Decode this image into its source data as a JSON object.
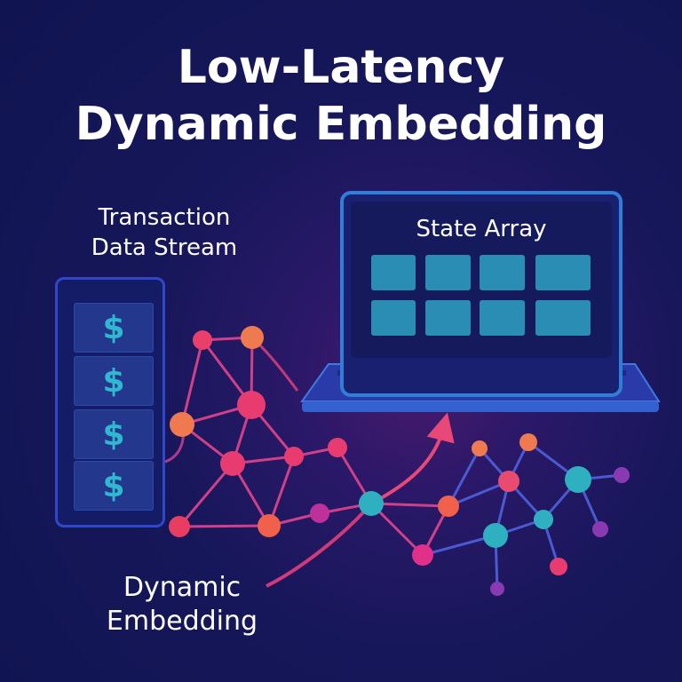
{
  "title": {
    "line1": "Low-Latency",
    "line2": "Dynamic Embedding"
  },
  "stream": {
    "label_line1": "Transaction",
    "label_line2": "Data Stream",
    "items": [
      "$",
      "$",
      "$",
      "$"
    ]
  },
  "laptop": {
    "screen_title": "State Array",
    "cells": 8
  },
  "embedding": {
    "label_line1": "Dynamic",
    "label_line2": "Embedding"
  },
  "colors": {
    "teal": "#2fb0c0",
    "pink": "#e83c70",
    "orange": "#f07a50",
    "purple": "#8a3ab0",
    "blue": "#2f7fd8"
  }
}
